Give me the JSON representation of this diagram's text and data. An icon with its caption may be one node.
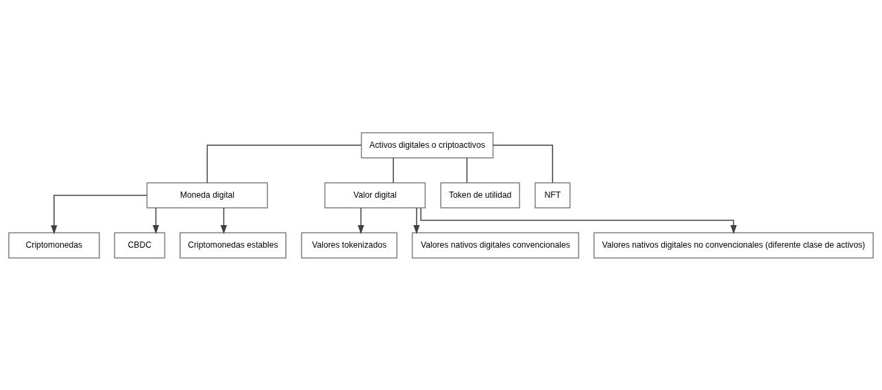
{
  "diagram": {
    "nodes": [
      {
        "text": [
          "Activos digitales o criptoactivos"
        ]
      },
      {
        "text": [
          "Moneda digital"
        ]
      },
      {
        "text": [
          "Valor digital"
        ]
      },
      {
        "text": [
          "Token de utilidad"
        ]
      },
      {
        "text": [
          "NFT"
        ]
      },
      {
        "text": [
          "Criptomonedas"
        ]
      },
      {
        "text": [
          "CBDC"
        ]
      },
      {
        "text": [
          "Criptomonedas estables"
        ]
      },
      {
        "text": [
          "Valores tokenizados"
        ]
      },
      {
        "text": [
          "Valores nativos digitales convencionales"
        ]
      },
      {
        "text": [
          "Valores nativos digitales no convencionales (diferente clase de activos)"
        ]
      }
    ],
    "edges": [
      {
        "from": 0,
        "to": 1,
        "arrow": "none"
      },
      {
        "from": 0,
        "to": 2,
        "arrow": "none"
      },
      {
        "from": 0,
        "to": 3,
        "arrow": "none"
      },
      {
        "from": 0,
        "to": 4,
        "arrow": "none"
      },
      {
        "from": 1,
        "to": 5,
        "arrow": "to"
      },
      {
        "from": 1,
        "to": 6,
        "arrow": "to"
      },
      {
        "from": 1,
        "to": 7,
        "arrow": "to"
      },
      {
        "from": 2,
        "to": 8,
        "arrow": "to"
      },
      {
        "from": 2,
        "to": 9,
        "arrow": "to"
      },
      {
        "from": 2,
        "to": 10,
        "arrow": "to"
      }
    ]
  }
}
